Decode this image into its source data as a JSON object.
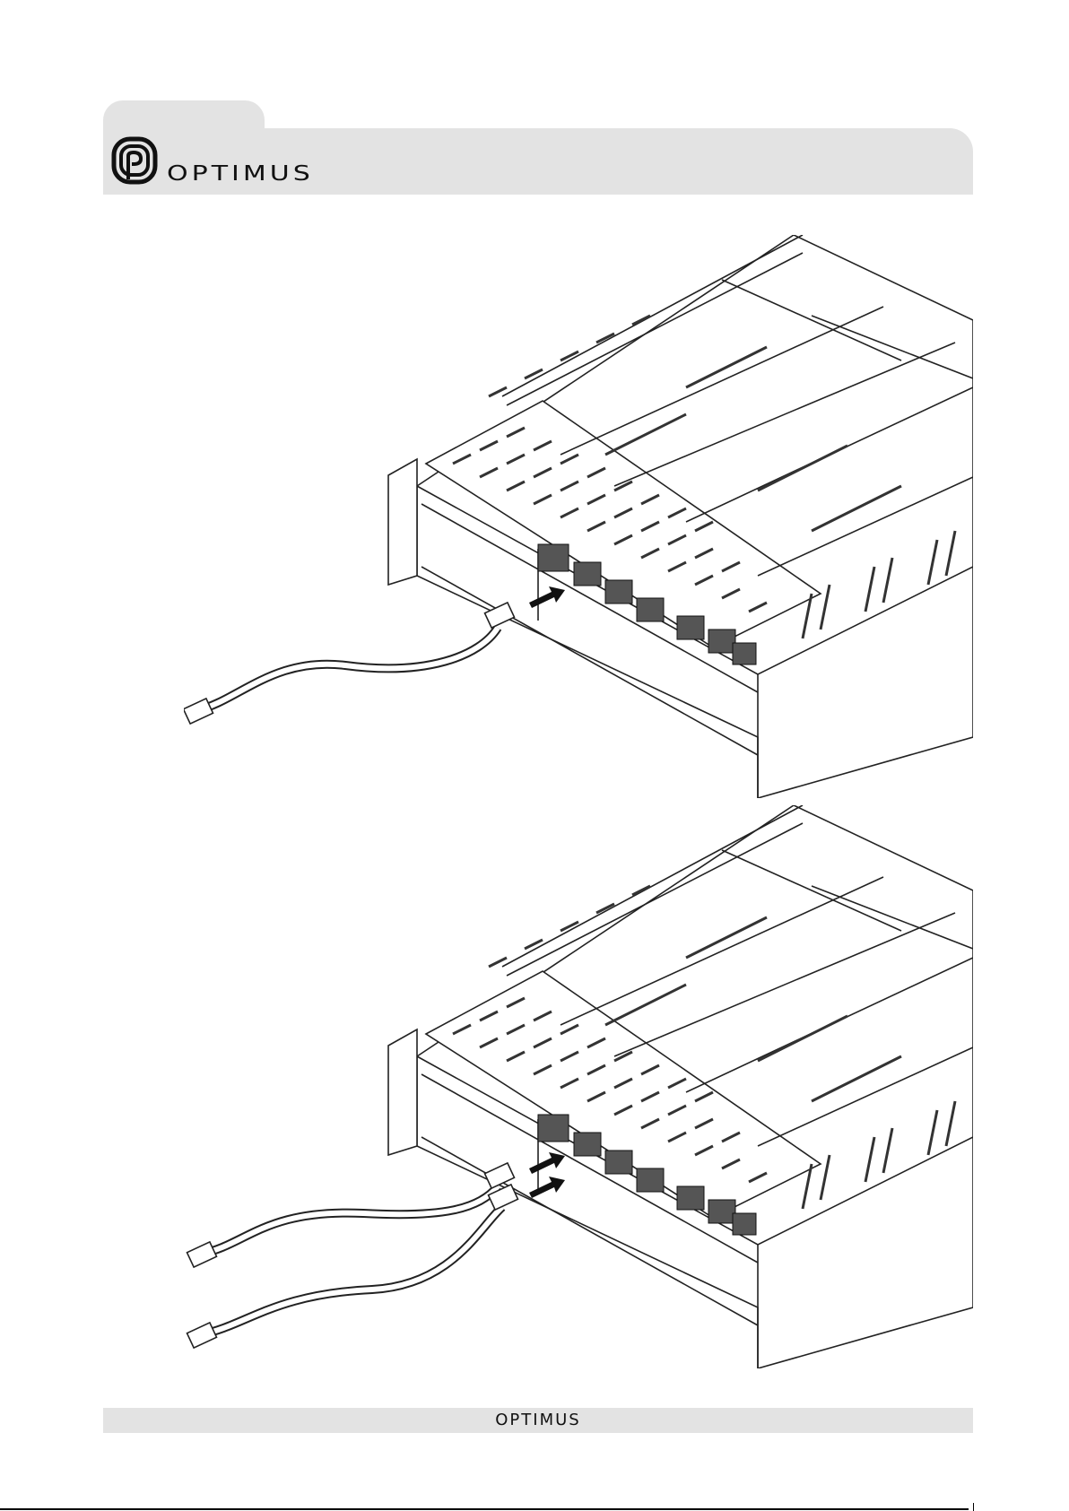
{
  "header": {
    "brand": "OPTIMUS"
  },
  "footer": {
    "brand": "OPTIMUS"
  },
  "figures": [
    {
      "icon": "rack-unit-single-network-cable-illustration"
    },
    {
      "icon": "rack-unit-dual-network-cable-illustration"
    }
  ]
}
